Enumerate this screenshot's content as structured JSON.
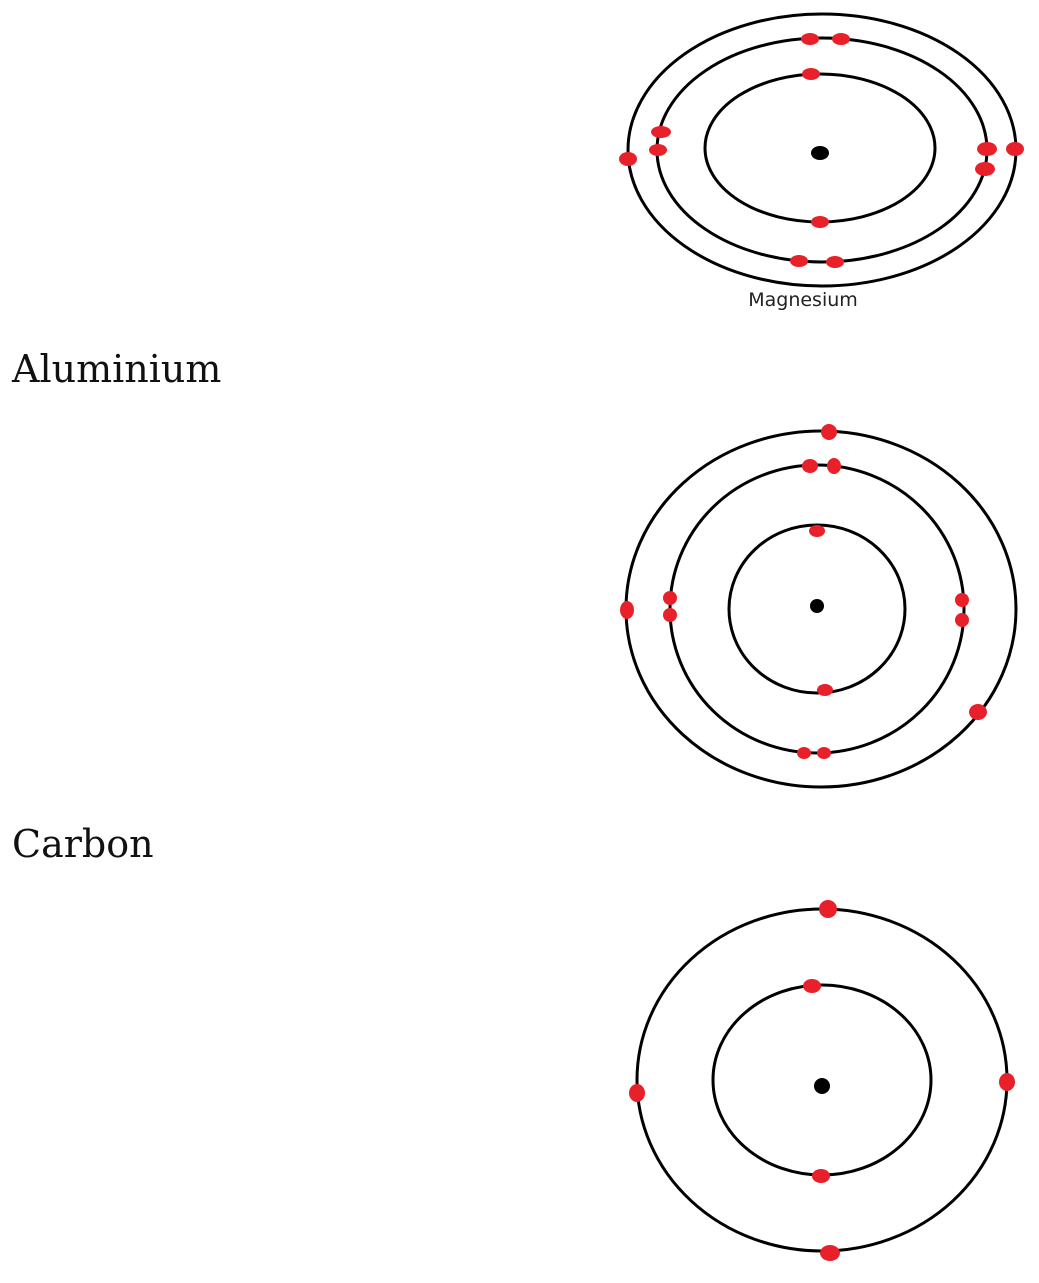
{
  "atoms": [
    {
      "id": "magnesium",
      "heading": "",
      "label": "Magnesium",
      "shells": [
        2,
        8,
        2
      ]
    },
    {
      "id": "aluminium",
      "heading": "Aluminium",
      "label": "",
      "shells": [
        2,
        8,
        3
      ]
    },
    {
      "id": "carbon",
      "heading": "Carbon",
      "label": "",
      "shells": [
        2,
        4
      ]
    }
  ],
  "colors": {
    "electron": "#e8202a",
    "nucleus": "#000000",
    "shell": "#000000"
  }
}
